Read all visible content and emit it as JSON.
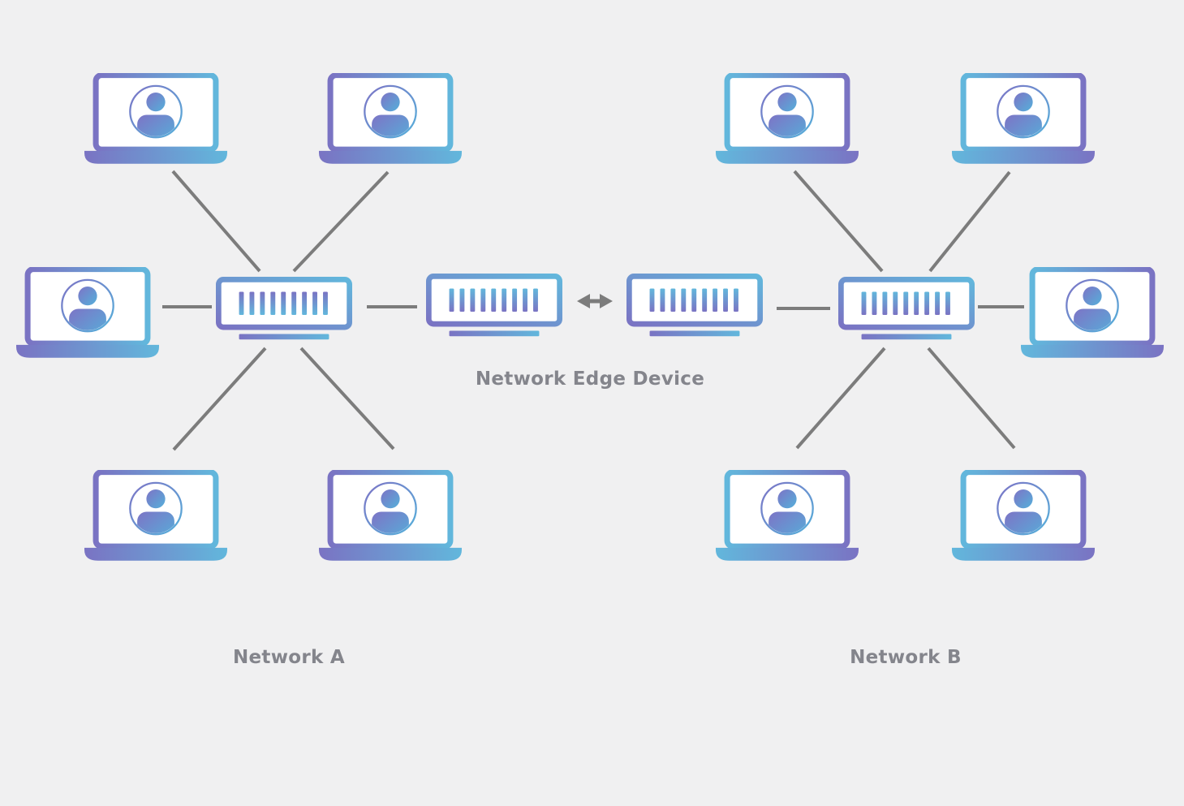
{
  "diagram": {
    "edge_label": "Network Edge Device",
    "edge_device_count": 2,
    "edge_link": "bidirectional-arrow",
    "networks": [
      {
        "id": "A",
        "label": "Network A",
        "laptop_count": 5,
        "switch_count": 1
      },
      {
        "id": "B",
        "label": "Network B",
        "laptop_count": 5,
        "switch_count": 1
      }
    ]
  },
  "icons": {
    "laptop_user": "laptop-with-user-avatar-icon",
    "network_switch": "network-switch-icon",
    "edge_device": "network-edge-device-icon",
    "edge_link": "double-headed-arrow-icon"
  },
  "colors": {
    "background": "#f0f0f1",
    "gradient_purple": "#7a73c3",
    "gradient_blue": "#62b7dc",
    "wire_gray": "#7c7c7c",
    "label_text": "#84858c"
  }
}
